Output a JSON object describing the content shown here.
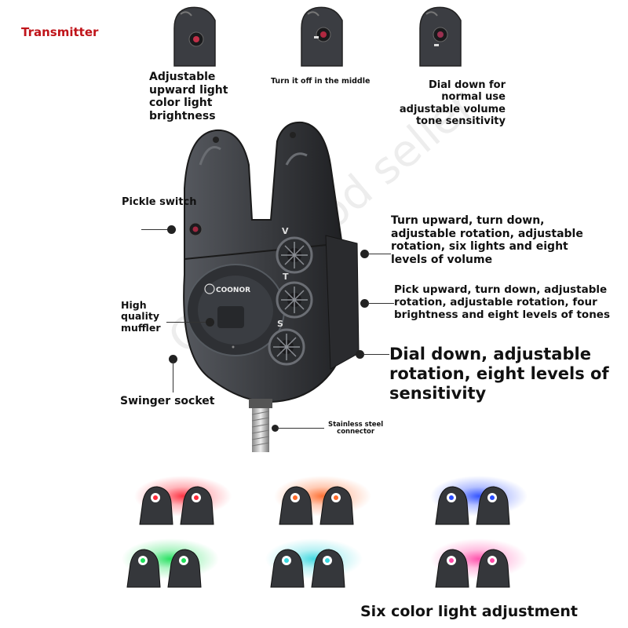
{
  "header": {
    "title": "Transmitter"
  },
  "top_insets": [
    {
      "caption": "Adjustable upward light color light brightness",
      "lines": [
        "Adjustable",
        "upward light",
        "color light",
        "brightness"
      ]
    },
    {
      "caption": "Turn it off in the middle"
    },
    {
      "caption": "Dial down for normal use adjustable volume tone sensitivity",
      "lines": [
        "Dial down for",
        "normal use",
        "adjustable volume",
        "tone sensitivity"
      ]
    }
  ],
  "callouts": {
    "pickle_switch": "Pickle switch",
    "muffler": [
      "High",
      "quality",
      "muffler"
    ],
    "swinger_socket": "Swinger socket",
    "connector": [
      "Stainless steel",
      "connector"
    ],
    "volume_knob": [
      "Turn upward, turn down,",
      "adjustable rotation, adjustable",
      "rotation, six lights and eight",
      "levels of volume"
    ],
    "tone_knob": [
      "Pick upward, turn down, adjustable",
      "rotation, adjustable rotation, four",
      "brightness and eight levels of tones"
    ],
    "sensitivity_knob": [
      "Dial down, adjustable",
      "rotation, eight levels of",
      "sensitivity"
    ]
  },
  "device": {
    "brand": "COONOR",
    "knob_letters": [
      "V",
      "T",
      "S"
    ]
  },
  "color_demo": {
    "colors": [
      {
        "name": "red",
        "hex": "#ff2a3a"
      },
      {
        "name": "orange",
        "hex": "#ff6a2a"
      },
      {
        "name": "blue",
        "hex": "#2a4cff"
      },
      {
        "name": "green",
        "hex": "#1ee05a"
      },
      {
        "name": "cyan",
        "hex": "#3ad8e0"
      },
      {
        "name": "pink",
        "hex": "#ff4aa8"
      }
    ],
    "caption": "Six color light adjustment"
  },
  "watermark": "China good seller",
  "colors": {
    "title_red": "#c0141a",
    "device_body": "#3a3c40"
  }
}
